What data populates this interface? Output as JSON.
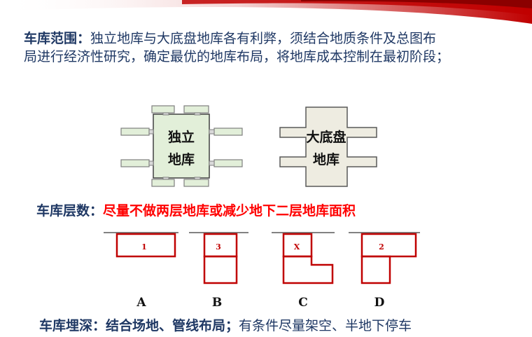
{
  "scope": {
    "label": "车库范围：",
    "text_line1": "独立地库与大底盘地库各有利弊，须结合地质条件及总图布",
    "text_line2": "局进行经济性研究，确定最优的地库布局，将地库成本控制在最初阶段；"
  },
  "garage_types": {
    "independent": {
      "line1": "独立",
      "line2": "地库"
    },
    "large_base": {
      "line1": "大底盘",
      "line2": "地库"
    }
  },
  "layers": {
    "label": "车库层数：",
    "emphasis": "尽量不做两层地库或减少地下二层地库面积"
  },
  "options": [
    {
      "letter": "A",
      "number": "1"
    },
    {
      "letter": "B",
      "number": "3"
    },
    {
      "letter": "C",
      "number": "X"
    },
    {
      "letter": "D",
      "number": "2"
    }
  ],
  "depth": {
    "label": "车库埋深：",
    "bold": "结合场地、管线布局；",
    "rest": "有条件尽量架空、半地下停车"
  },
  "colors": {
    "heading": "#1f3864",
    "emphasis": "#ff0000",
    "outline": "#c00000",
    "garage_fill": "#e2efd9"
  }
}
